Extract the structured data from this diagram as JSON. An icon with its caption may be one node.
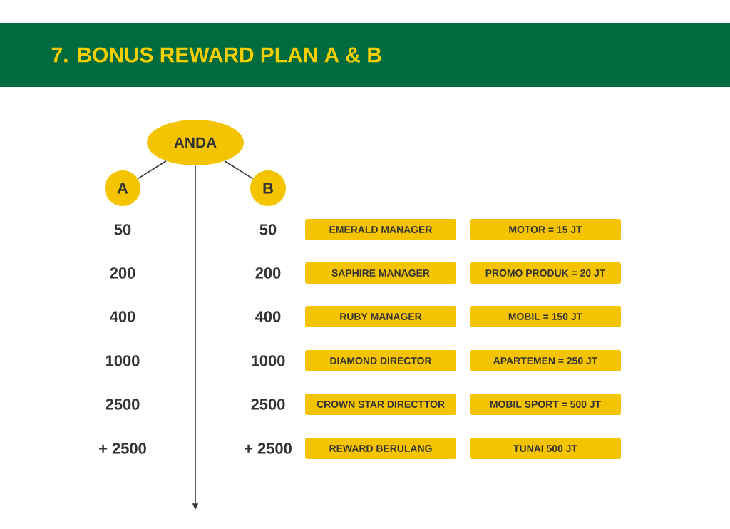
{
  "diagram": {
    "title": "7. BONUS REWARD PLAN A & B",
    "nodes": [
      {
        "text": [
          "ANDA"
        ]
      },
      {
        "text": [
          "A"
        ]
      },
      {
        "text": [
          "B"
        ]
      },
      {
        "text": [
          "EMERALD MANAGER"
        ]
      },
      {
        "text": [
          "MOTOR = 15 JT"
        ]
      },
      {
        "text": [
          "SAPHIRE MANAGER"
        ]
      },
      {
        "text": [
          "PROMO PRODUK = 20 JT"
        ]
      },
      {
        "text": [
          "RUBY MANAGER"
        ]
      },
      {
        "text": [
          "MOBIL = 150 JT"
        ]
      },
      {
        "text": [
          "DIAMOND DIRECTOR"
        ]
      },
      {
        "text": [
          "APARTEMEN = 250 JT"
        ]
      },
      {
        "text": [
          "CROWN STAR DIRECTTOR"
        ]
      },
      {
        "text": [
          "MOBIL SPORT = 500 JT"
        ]
      },
      {
        "text": [
          "REWARD BERULANG"
        ]
      },
      {
        "text": [
          "TUNAI 500 JT"
        ]
      }
    ],
    "edges": [
      {
        "from": 0,
        "to": 1,
        "arrow": "none"
      },
      {
        "from": 0,
        "to": 2,
        "arrow": "none"
      },
      {
        "from": 0,
        "to": null,
        "arrow": "to"
      }
    ],
    "labels": [
      "50",
      "50",
      "200",
      "200",
      "400",
      "400",
      "1000",
      "1000",
      "2500",
      "2500",
      "+ 2500",
      "+ 2500"
    ]
  }
}
